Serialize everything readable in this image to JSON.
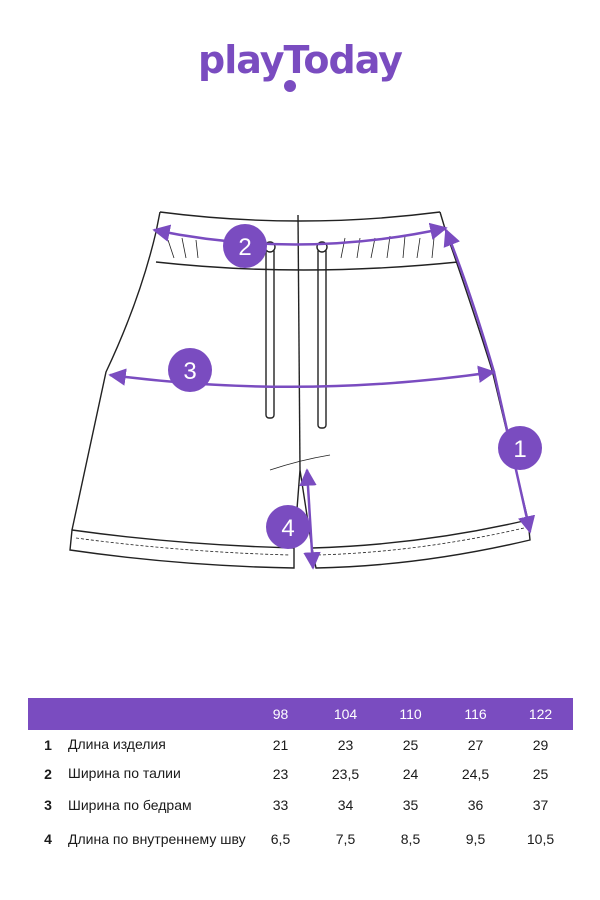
{
  "brand": {
    "logo_text": "playToday",
    "accent_color": "#7a4cc0"
  },
  "drawing": {
    "item": "shorts",
    "markers": [
      {
        "number": "1"
      },
      {
        "number": "2"
      },
      {
        "number": "3"
      },
      {
        "number": "4"
      }
    ]
  },
  "size_table": {
    "header_color": "#7a4cc0",
    "sizes": [
      "98",
      "104",
      "110",
      "116",
      "122"
    ],
    "rows": [
      {
        "number": "1",
        "label": "Длина изделия",
        "values": [
          "21",
          "23",
          "25",
          "27",
          "29"
        ]
      },
      {
        "number": "2",
        "label": "Ширина по талии",
        "values": [
          "23",
          "23,5",
          "24",
          "24,5",
          "25"
        ]
      },
      {
        "number": "3",
        "label": "Ширина по бедрам",
        "values": [
          "33",
          "34",
          "35",
          "36",
          "37"
        ]
      },
      {
        "number": "4",
        "label": "Длина по внутреннему шву",
        "values": [
          "6,5",
          "7,5",
          "8,5",
          "9,5",
          "10,5"
        ]
      }
    ]
  }
}
